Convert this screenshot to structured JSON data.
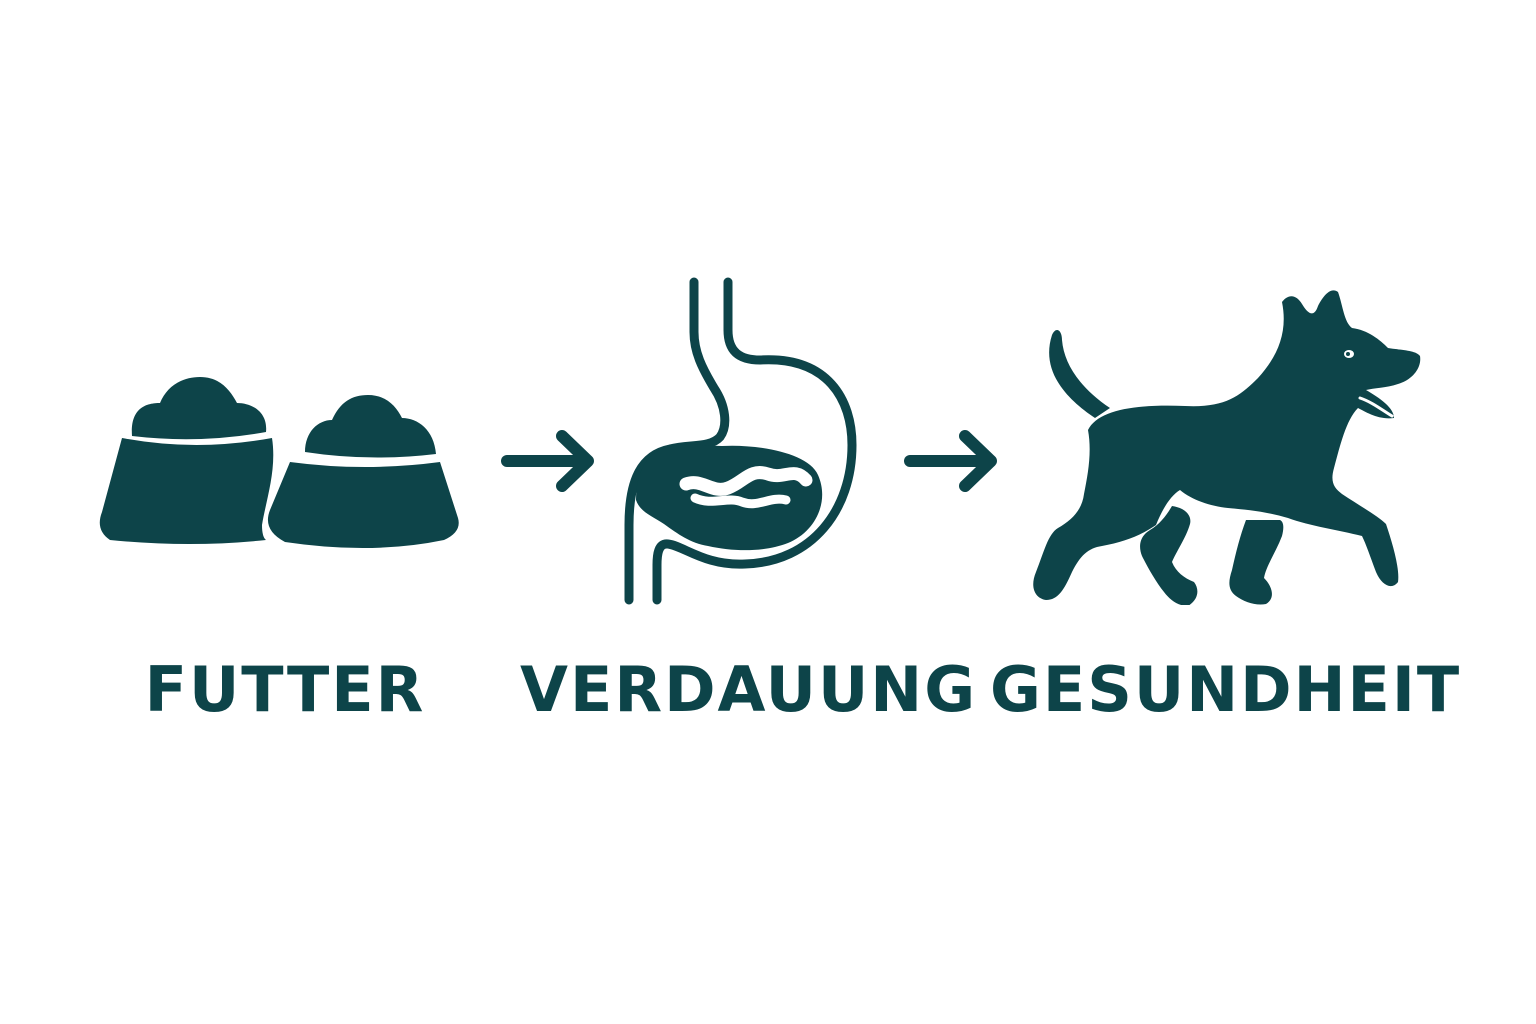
{
  "colors": {
    "primary": "#0d4449",
    "background": "#ffffff"
  },
  "steps": [
    {
      "label": "FUTTER",
      "icon": "food-bowls-icon"
    },
    {
      "label": "VERDAUUNG",
      "icon": "stomach-icon"
    },
    {
      "label": "GESUNDHEIT",
      "icon": "dog-icon"
    }
  ],
  "connectors": [
    {
      "icon": "arrow-right-icon"
    },
    {
      "icon": "arrow-right-icon"
    }
  ]
}
